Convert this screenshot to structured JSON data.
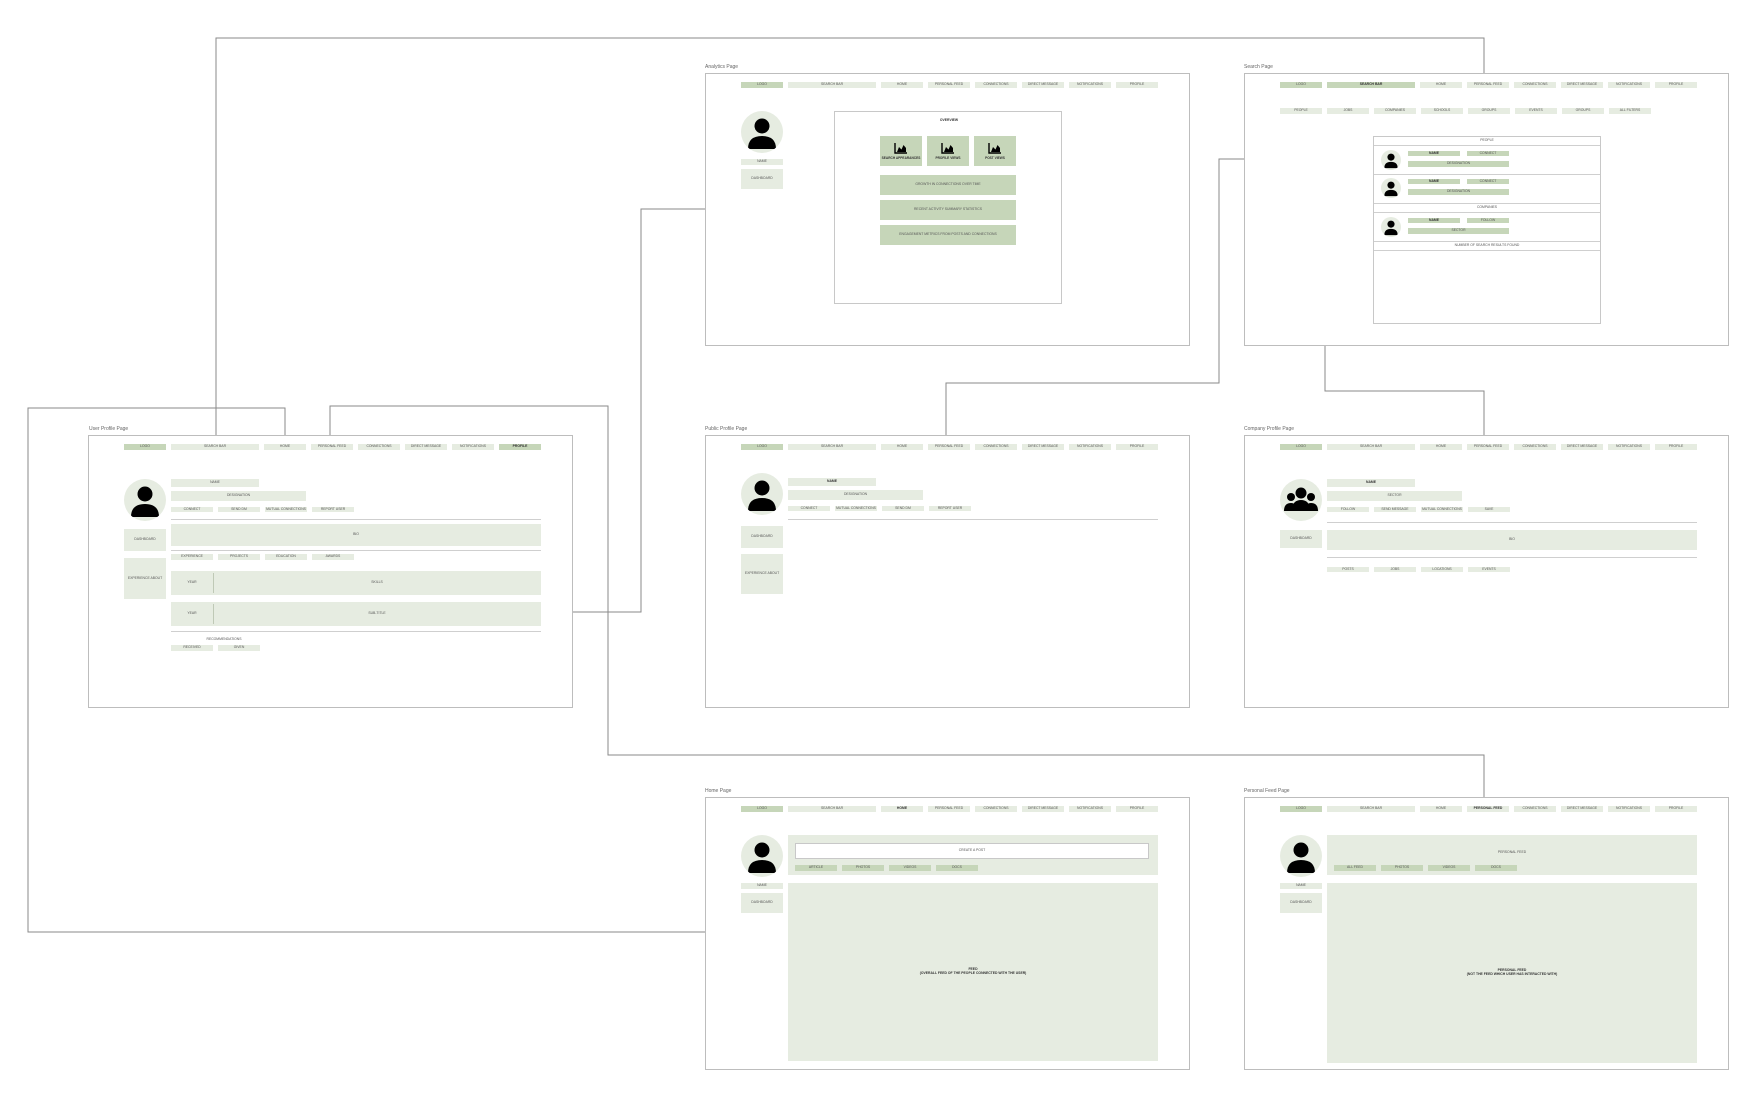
{
  "nav": [
    "LOGO",
    "SEARCH BAR",
    "HOME",
    "PERSONAL FEED",
    "CONNECTIONS",
    "DIRECT MESSAGE",
    "NOTIFICATIONS",
    "PROFILE"
  ],
  "user_profile": {
    "label": "User Profile Page",
    "name": "NAME",
    "designation": "DESIGNATION",
    "info_row": [
      "CONNECT",
      "SEND DM",
      "MUTUAL CONNECTIONS",
      "REPORT USER"
    ],
    "sidebar": [
      "DASHBOARD",
      "EXPERIENCE ABOUT"
    ],
    "bio": "BIO",
    "tabs": [
      "EXPERIENCE",
      "PROJECTS",
      "EDUCATION",
      "AWARDS"
    ],
    "exp1": {
      "left": "YEAR",
      "right": "SKILLS"
    },
    "exp2": {
      "left": "YEAR",
      "right": "SUB-TITLE"
    },
    "recommendations": "RECOMMENDATIONS",
    "rec_buttons": [
      "RECEIVED",
      "GIVEN"
    ]
  },
  "analytics": {
    "label": "Analytics Page",
    "name": "NAME",
    "dashboard": "DASHBOARD",
    "overview": "OVERVIEW",
    "tiles": [
      "SEARCH APPEARANCES",
      "PROFILE VIEWS",
      "POST VIEWS"
    ],
    "bars": [
      "GROWTH IN CONNECTIONS OVER TIME",
      "RECENT ACTIVITY SUMMARY STATISTICS",
      "ENGAGEMENT METRICS FROM POSTS AND CONNECTIONS"
    ]
  },
  "search": {
    "label": "Search Page",
    "filters": [
      "PEOPLE",
      "JOBS",
      "COMPANIES",
      "SCHOOLS",
      "GROUPS",
      "EVENTS",
      "GROUPS",
      "ALL FILTERS"
    ],
    "people": "PEOPLE",
    "companies": "COMPANIES",
    "results": [
      {
        "name": "NAME",
        "action": "CONNECT",
        "sub": "DESIGNATION"
      },
      {
        "name": "NAME",
        "action": "CONNECT",
        "sub": "DESIGNATION"
      },
      {
        "name": "NAME",
        "action": "FOLLOW",
        "sub": "SECTOR"
      }
    ],
    "footer": "NUMBER OF SEARCH RESULTS FOUND"
  },
  "public_profile": {
    "label": "Public Profile Page",
    "name": "NAME",
    "designation": "DESIGNATION",
    "info_row": [
      "CONNECT",
      "MUTUAL CONNECTIONS",
      "SEND DM",
      "REPORT USER"
    ],
    "sidebar": [
      "DASHBOARD",
      "EXPERIENCE ABOUT"
    ]
  },
  "company_profile": {
    "label": "Company Profile Page",
    "name": "NAME",
    "sector": "SECTOR",
    "info_row": [
      "FOLLOW",
      "SEND MESSAGE",
      "MUTUAL CONNECTIONS",
      "SAVE"
    ],
    "sidebar": "DASHBOARD",
    "bio": "BIO",
    "tabs": [
      "POSTS",
      "JOBS",
      "LOCATIONS",
      "EVENTS"
    ]
  },
  "home": {
    "label": "Home Page",
    "create_post": "CREATE A POST",
    "post_types": [
      "ARTICLE",
      "PHOTOS",
      "VIDEOS",
      "DOCS"
    ],
    "name": "NAME",
    "dashboard": "DASHBOARD",
    "feed_line1": "FEED",
    "feed_line2": "(OVERALL FEED OF THE PEOPLE CONNECTED WITH THE USER)"
  },
  "personal_feed": {
    "label": "Personal Feed Page",
    "header": "PERSONAL FEED",
    "filters": [
      "ALL FEED",
      "PHOTOS",
      "VIDEOS",
      "DOCS"
    ],
    "name": "NAME",
    "dashboard": "DASHBOARD",
    "feed_line1": "PERSONAL FEED",
    "feed_line2": "(NOT THE FEED WHICH USER HAS INTERACTED WITH)"
  },
  "colors": {
    "accent_light": "#e6ece1",
    "accent": "#c6d6b9",
    "frame_border": "#bdbdbd",
    "connector": "#8a8a8a"
  },
  "icons": [
    "user-avatar-icon",
    "company-group-icon",
    "area-chart-icon"
  ]
}
